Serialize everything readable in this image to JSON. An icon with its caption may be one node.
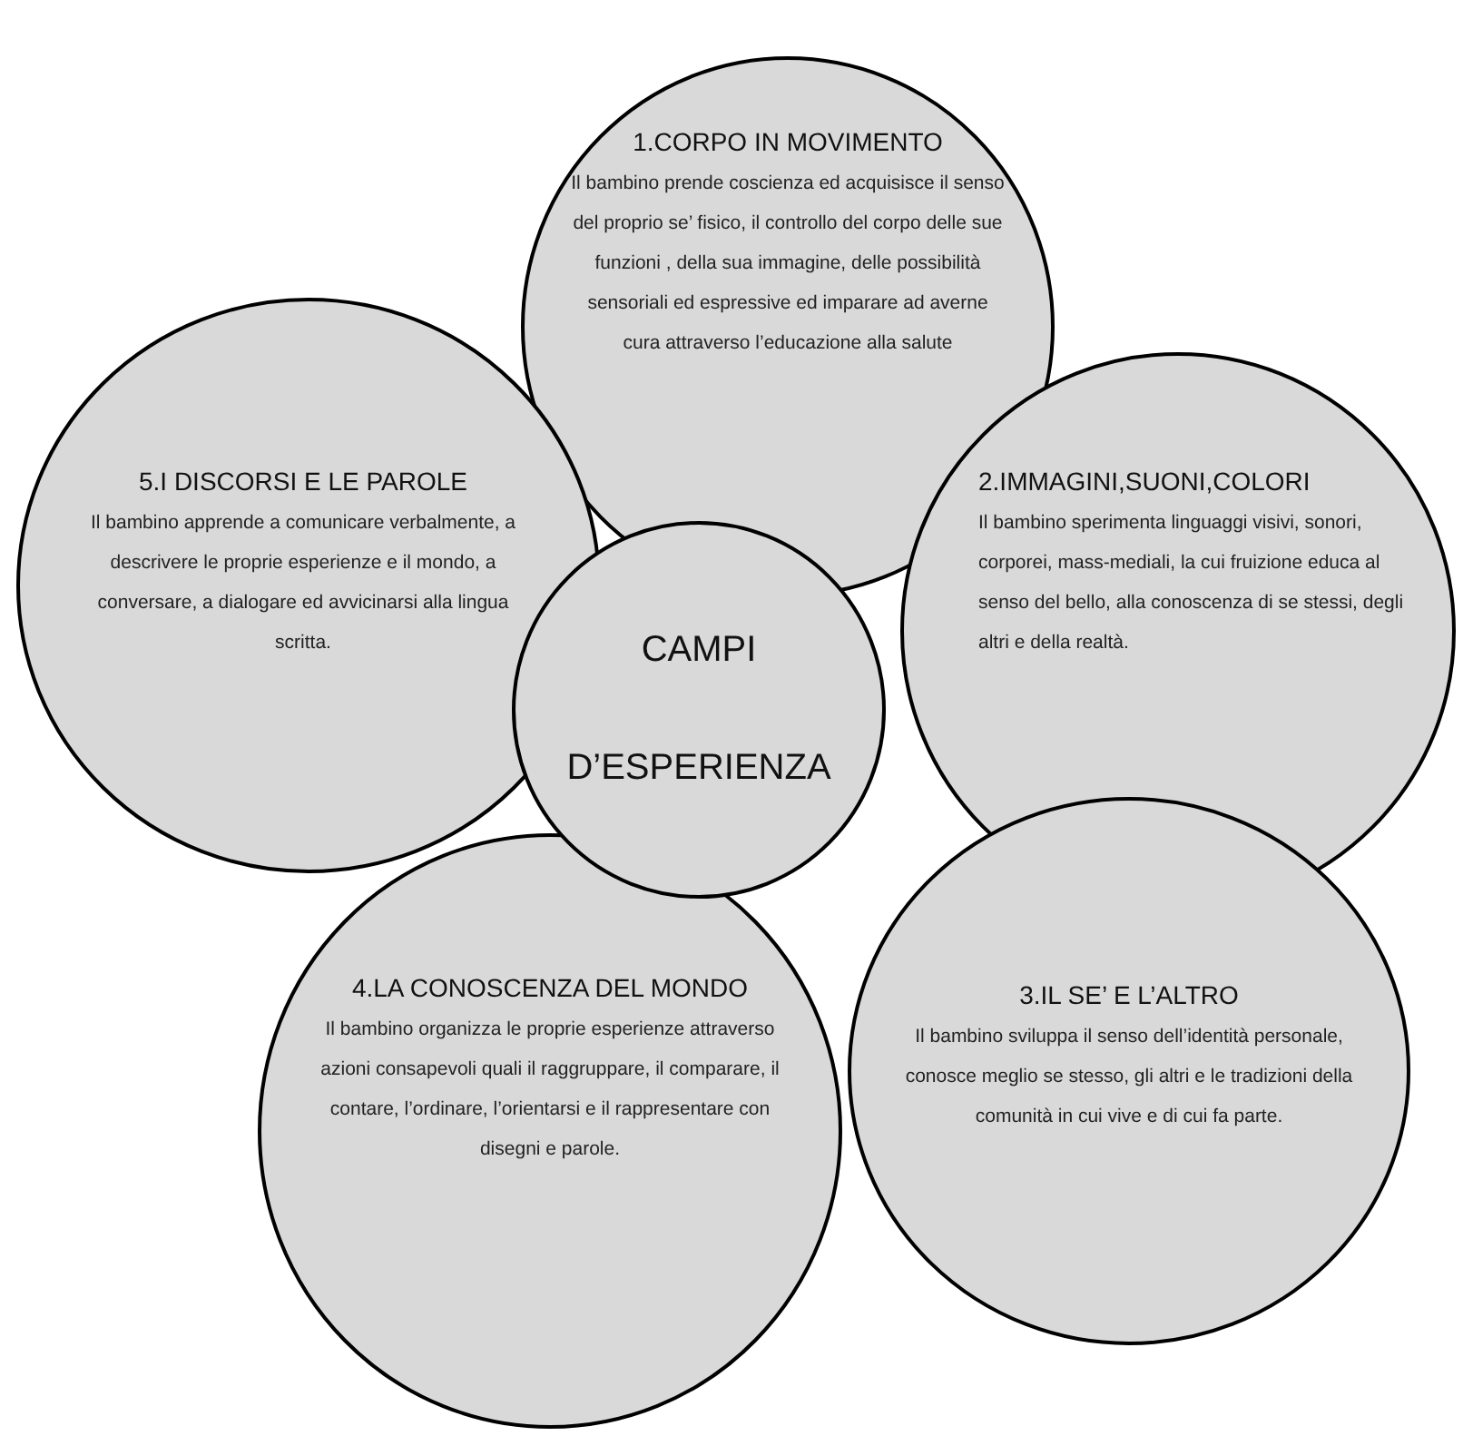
{
  "diagram": {
    "nodes": [
      {
        "text": [
          "1.CORPO IN MOVIMENTO",
          "Il bambino prende coscienza ed acquisisce il senso del proprio se’ fisico, il controllo del corpo delle sue funzioni , della  sua immagine, delle possibilità sensoriali ed espressive ed imparare ad averne cura attraverso l’educazione alla salute"
        ]
      },
      {
        "text": [
          "5.I DISCORSI E LE PAROLE",
          "Il bambino apprende a comunicare verbalmente, a descrivere le proprie esperienze e il mondo, a conversare, a dialogare ed avvicinarsi alla lingua scritta."
        ]
      },
      {
        "text": [
          "2.IMMAGINI,SUONI,COLORI",
          "Il bambino sperimenta linguaggi visivi, sonori, corporei, mass-mediali, la cui fruizione educa al senso del bello, alla conoscenza di se stessi, degli altri e della realtà."
        ]
      },
      {
        "text": [
          "CAMPI",
          "D’ESPERIENZA"
        ]
      },
      {
        "text": [
          "4.LA CONOSCENZA DEL MONDO",
          "Il bambino organizza le proprie esperienze attraverso azioni consapevoli quali il raggruppare, il comparare, il contare, l’ordinare, l’orientarsi e il rappresentare con disegni e parole."
        ]
      },
      {
        "text": [
          "3.IL SE’ E L’ALTRO",
          "Il bambino sviluppa il senso dell’identità personale, conosce meglio se stesso, gli altri e le tradizioni della comunità in cui vive e di cui fa parte."
        ]
      }
    ]
  }
}
